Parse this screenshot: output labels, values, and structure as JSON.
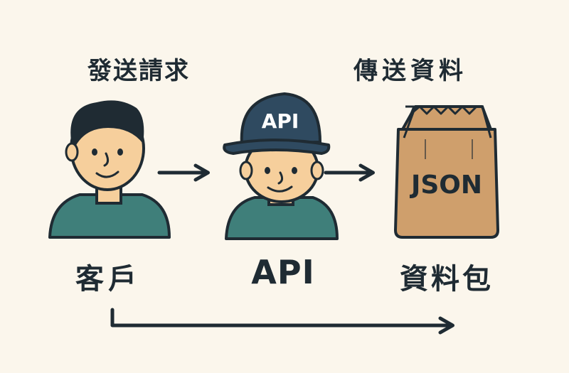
{
  "labels": {
    "send_request": "發送請求",
    "transmit_data": "傳送資料",
    "client": "客戶",
    "api": "API",
    "data_package": "資料包"
  },
  "hat_text": "API",
  "bag_text": "JSON",
  "colors": {
    "background": "#fbf6ec",
    "skin": "#f6cf9c",
    "hair": "#1f2b33",
    "shirt": "#3f7f7a",
    "cap": "#2f4a60",
    "bag": "#cf9f6c",
    "outline": "#1f2b33"
  },
  "icons": [
    "client-person-icon",
    "api-person-icon",
    "json-bag-icon",
    "arrow-right-icon"
  ]
}
